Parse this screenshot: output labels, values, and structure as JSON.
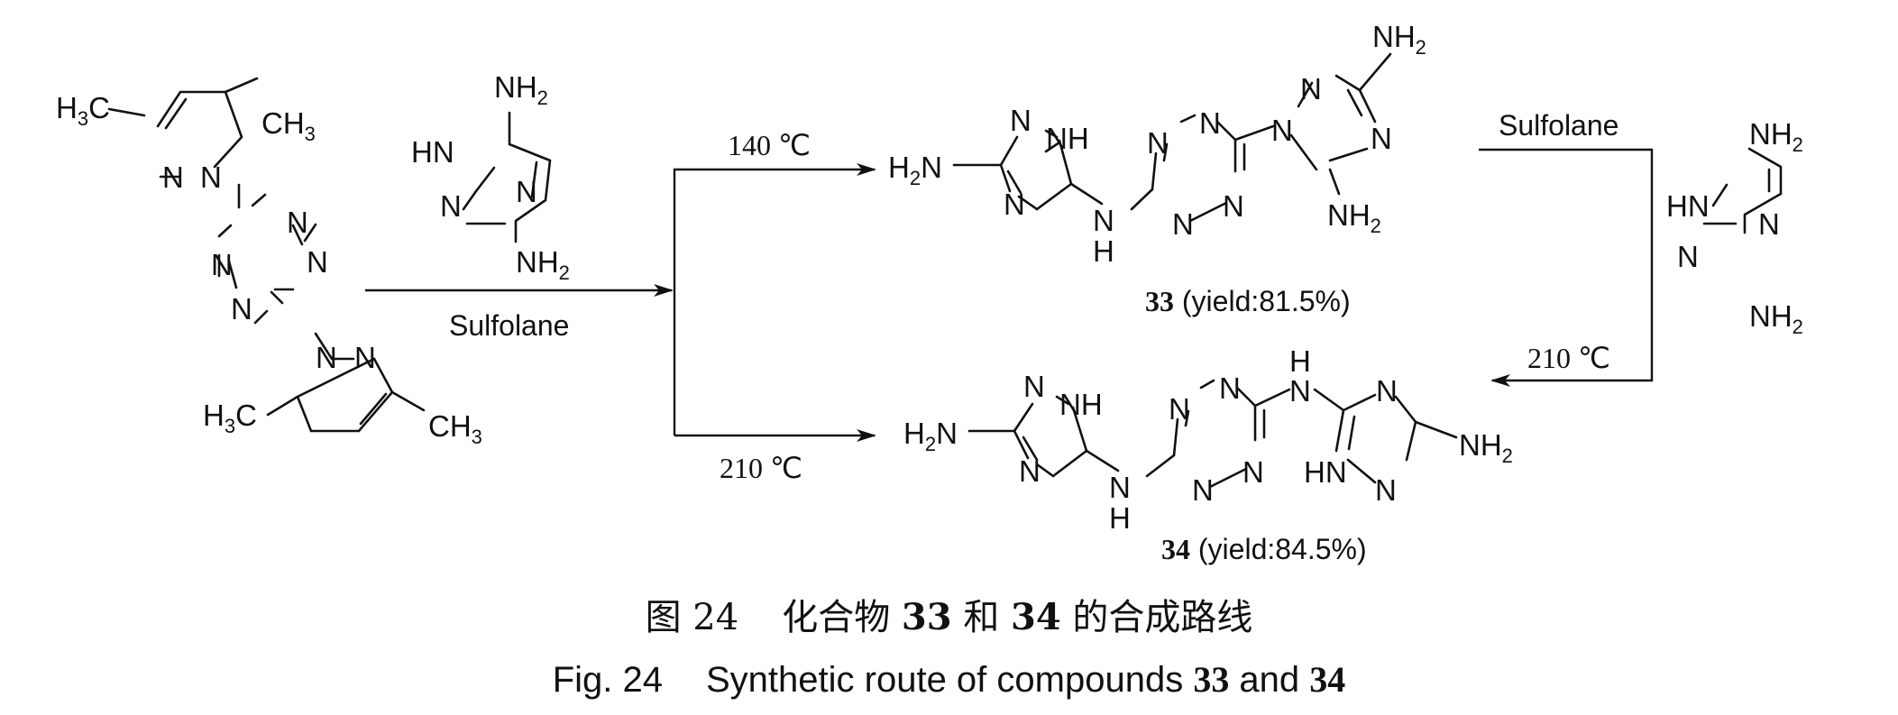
{
  "conditions": {
    "upper_temp": "140 ℃",
    "lower_temp": "210 ℃",
    "right_temp": "210 ℃",
    "solvent_main": "Sulfolane",
    "solvent_right": "Sulfolane"
  },
  "products": {
    "p33": {
      "id": "33",
      "yield": " (yield:81.5%)"
    },
    "p34": {
      "id": "34",
      "yield": " (yield:84.5%)"
    }
  },
  "caption_cn": {
    "fig": "图",
    "num": "24",
    "t1": "化合物",
    "c33": "33",
    "t2": "和",
    "c34": "34",
    "t3": "的合成路线"
  },
  "caption_en": {
    "fig": "Fig. 24",
    "t1": "Synthetic route of compounds ",
    "c33": "33",
    "t2": " and ",
    "c34": "34"
  },
  "atoms": {
    "N": "N",
    "NH": "NH",
    "HN": "HN",
    "H": "H",
    "NH2": "NH",
    "H2N_H": "H",
    "H2N_N": "N",
    "CH3": "CH",
    "H3C_H": "H",
    "H3C_C": "C",
    "sub2": "2",
    "sub3": "3"
  }
}
